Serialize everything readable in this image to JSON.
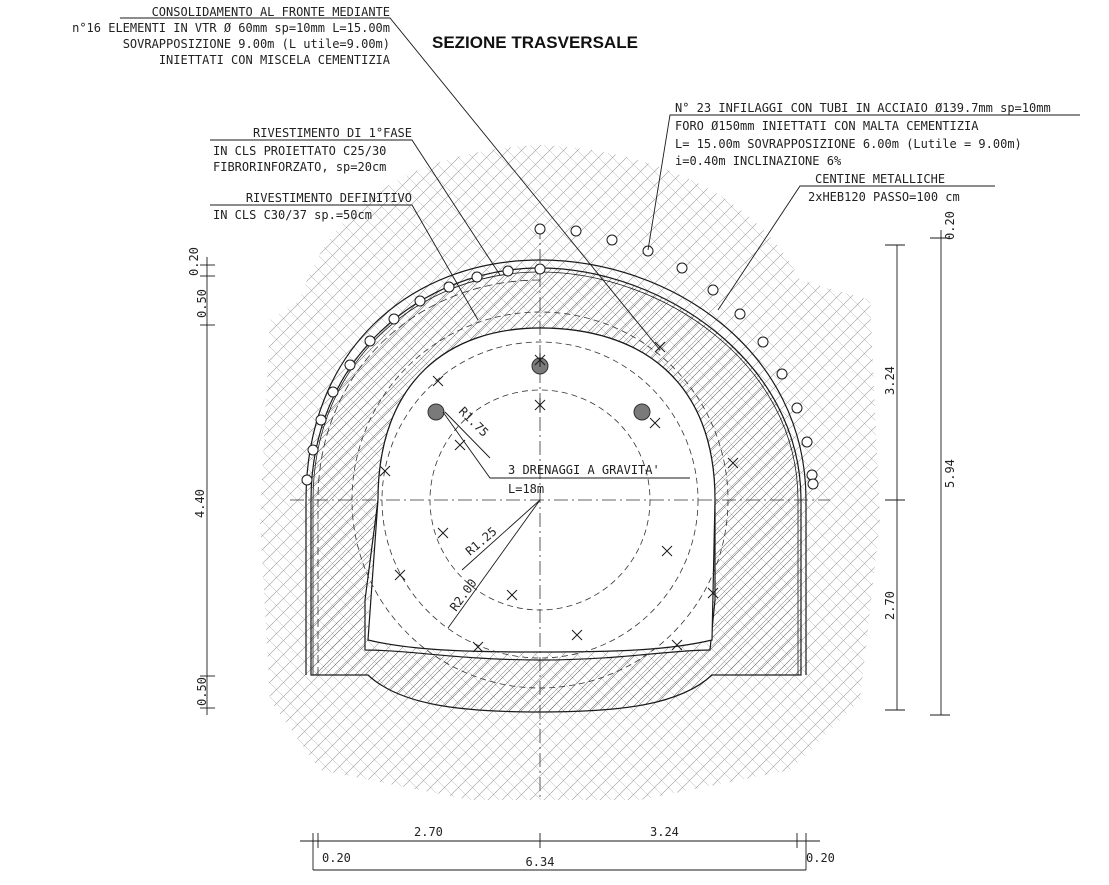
{
  "title": "SEZIONE TRASVERSALE",
  "annotations": {
    "consolidamento": {
      "line1": "CONSOLIDAMENTO AL FRONTE MEDIANTE",
      "line2": "n°16 ELEMENTI IN VTR Ø 60mm sp=10mm L=15.00m",
      "line3": "SOVRAPPOSIZIONE 9.00m (L utile=9.00m)",
      "line4": "INIETTATI CON MISCELA CEMENTIZIA"
    },
    "prima_fase": {
      "line1": "RIVESTIMENTO DI 1°FASE",
      "line2": "IN CLS PROIETTATO C25/30",
      "line3": "FIBRORINFORZATO, sp=20cm"
    },
    "definitivo": {
      "line1": "RIVESTIMENTO DEFINITIVO",
      "line2": "IN CLS C30/37 sp.=50cm"
    },
    "infilaggi": {
      "line1": "N° 23 INFILAGGI CON TUBI IN ACCIAIO Ø139.7mm sp=10mm",
      "line2": "FORO Ø150mm INIETTATI CON MALTA CEMENTIZIA",
      "line3": "L= 15.00m SOVRAPPOSIZIONE 6.00m (Lutile = 9.00m)",
      "line4": "i=0.40m INCLINAZIONE 6%"
    },
    "centine": {
      "line1": "CENTINE METALLICHE",
      "line2": "2xHEB120 PASSO=100 cm"
    },
    "drenaggi": {
      "line1": "3 DRENAGGI A GRAVITA'",
      "line2": "L=18m"
    }
  },
  "radii": {
    "r175": "R1.75",
    "r125": "R1.25",
    "r200": "R2.00"
  },
  "dimensions": {
    "left_top_020": "0.20",
    "left_top_050": "0.50",
    "left_440": "4.40",
    "left_bottom_050": "0.50",
    "right_020": "0.20",
    "right_324": "3.24",
    "right_270": "2.70",
    "right_594": "5.94",
    "bottom_020_left": "0.20",
    "bottom_270": "2.70",
    "bottom_324": "3.24",
    "bottom_020_right": "0.20",
    "bottom_634": "6.34"
  },
  "colors": {
    "line": "#1a1a1a",
    "hatch": "#555555",
    "drain_fill": "#7a7a7a"
  }
}
